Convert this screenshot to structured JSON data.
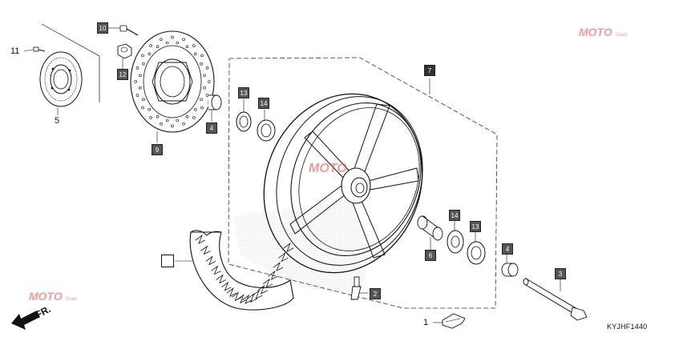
{
  "diagram": {
    "code": "KYJHF1440",
    "direction_label": "FR.",
    "watermark": {
      "brand": "MOTO",
      "sub": "Ouan"
    }
  },
  "callouts": [
    {
      "id": "c1",
      "text": "1",
      "style": "plain"
    },
    {
      "id": "c2",
      "text": "2",
      "style": "box"
    },
    {
      "id": "c3",
      "text": "3",
      "style": "box"
    },
    {
      "id": "c4a",
      "text": "4",
      "style": "box"
    },
    {
      "id": "c4b",
      "text": "4",
      "style": "box"
    },
    {
      "id": "c5",
      "text": "5",
      "style": "plain"
    },
    {
      "id": "c6",
      "text": "6",
      "style": "box"
    },
    {
      "id": "c7",
      "text": "7",
      "style": "dark"
    },
    {
      "id": "c9",
      "text": "9",
      "style": "box"
    },
    {
      "id": "c10",
      "text": "10",
      "style": "box"
    },
    {
      "id": "c11",
      "text": "11",
      "style": "plain"
    },
    {
      "id": "c12",
      "text": "12",
      "style": "box"
    },
    {
      "id": "c13a",
      "text": "13",
      "style": "box"
    },
    {
      "id": "c13b",
      "text": "13",
      "style": "box"
    },
    {
      "id": "c14a",
      "text": "14",
      "style": "box"
    },
    {
      "id": "c14b",
      "text": "14",
      "style": "box"
    },
    {
      "id": "cTire",
      "text": "",
      "style": "empty"
    }
  ]
}
